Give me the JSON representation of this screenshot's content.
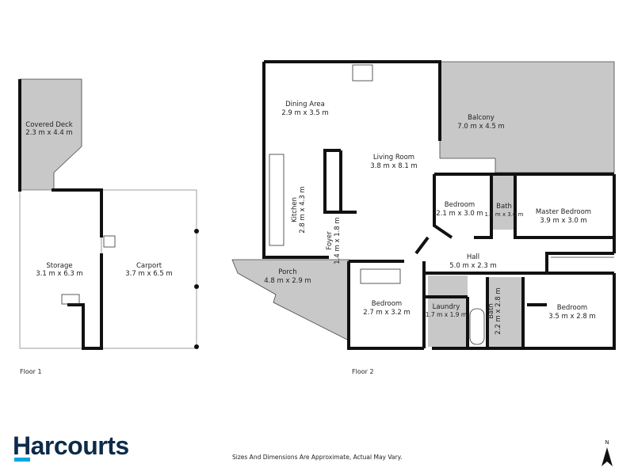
{
  "floors": [
    {
      "label": "Floor 1",
      "rooms": [
        {
          "name": "Covered Deck",
          "size": "2.3 m x 4.4 m"
        },
        {
          "name": "Storage",
          "size": "3.1 m x 6.3 m"
        },
        {
          "name": "Carport",
          "size": "3.7 m x 6.5 m"
        }
      ]
    },
    {
      "label": "Floor 2",
      "rooms": [
        {
          "name": "Dining Area",
          "size": "2.9 m x 3.5 m"
        },
        {
          "name": "Living Room",
          "size": "3.8 m x 8.1 m"
        },
        {
          "name": "Balcony",
          "size": "7.0 m x 4.5 m"
        },
        {
          "name": "Kitchen",
          "size": "2.8 m x 4.3 m"
        },
        {
          "name": "Foyer",
          "size": "1.4 m x 1.8 m"
        },
        {
          "name": "Bedroom",
          "size": "2.1 m x 3.0 m"
        },
        {
          "name": "Bath",
          "size": "1.2 m x 3.0 m"
        },
        {
          "name": "Master Bedroom",
          "size": "3.9 m x 3.0 m"
        },
        {
          "name": "Hall",
          "size": "5.0 m x 2.3 m"
        },
        {
          "name": "Porch",
          "size": "4.8 m x 2.9 m"
        },
        {
          "name": "Bedroom",
          "size": "2.7 m x 3.2 m"
        },
        {
          "name": "Laundry",
          "size": "1.7 m x 1.9 m"
        },
        {
          "name": "Bath",
          "size": "2.2 m x 2.8 m"
        },
        {
          "name": "Bedroom",
          "size": "3.5 m x 2.8 m"
        }
      ]
    }
  ],
  "brand": {
    "logo": "Harcourts",
    "color": "#0d2a4a",
    "accent": "#00a7e1"
  },
  "disclaimer": "Sizes And Dimensions Are Approximate, Actual May Vary.",
  "compass": {
    "label": "N",
    "icon": "north-arrow-icon"
  }
}
